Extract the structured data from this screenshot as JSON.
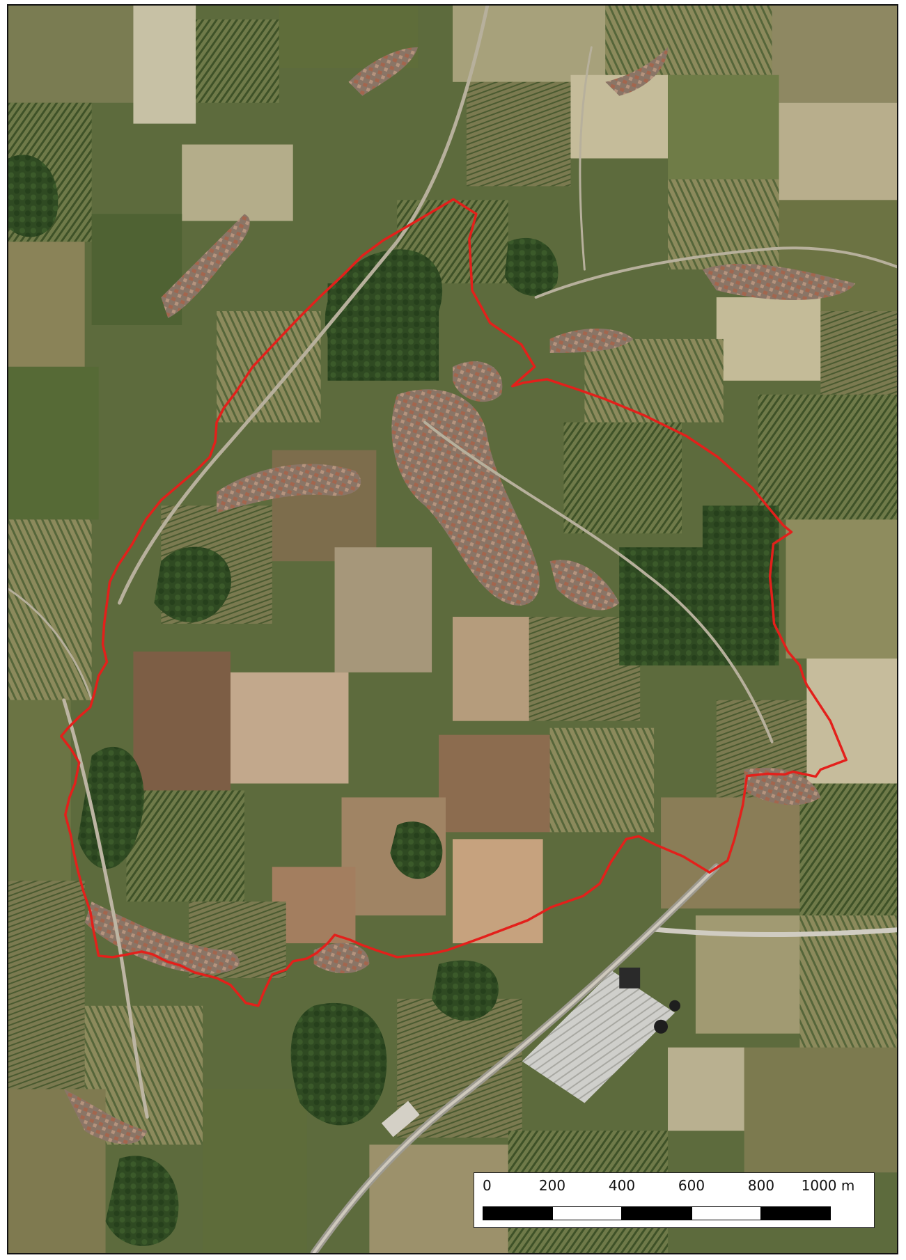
{
  "map": {
    "boundary_color": "#e3201b",
    "imagery": "aerial-orthophoto"
  },
  "scale_bar": {
    "ticks": [
      "0",
      "200",
      "400",
      "600",
      "800",
      "1000 m"
    ],
    "segments": [
      "black",
      "white",
      "black",
      "white",
      "black"
    ]
  }
}
